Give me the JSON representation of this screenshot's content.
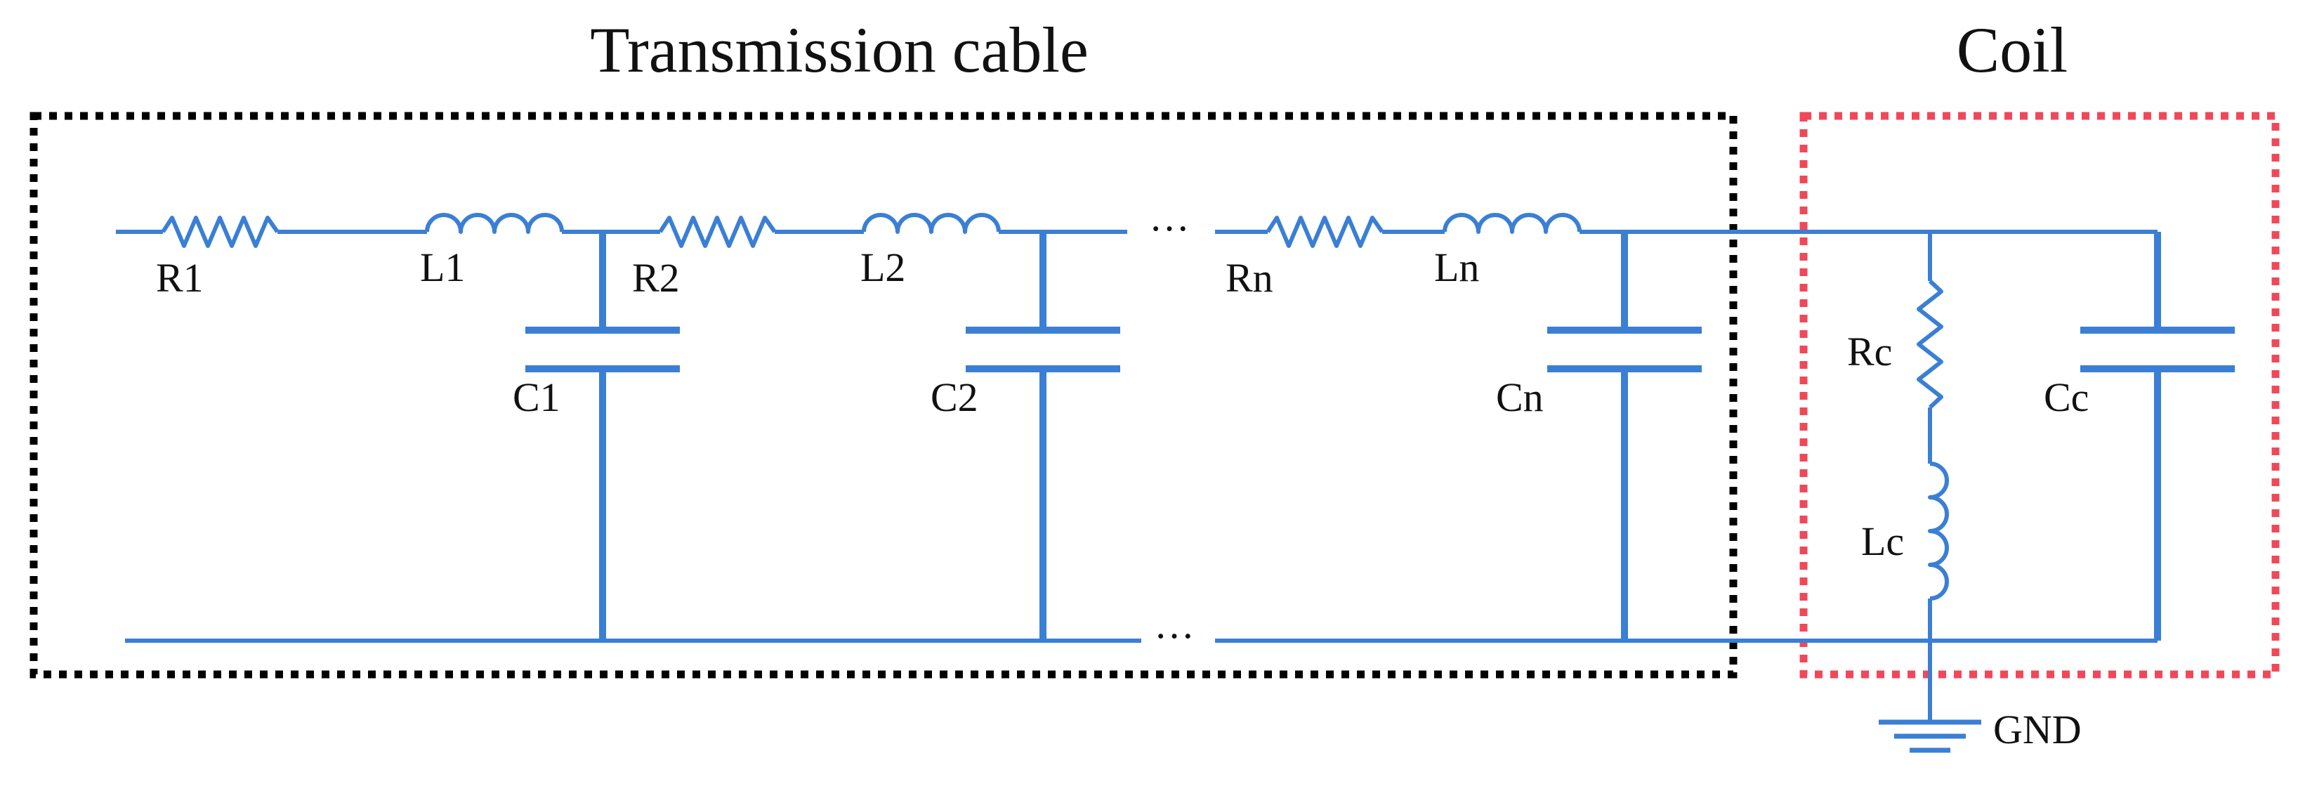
{
  "colors": {
    "wire": "#3a7fd5",
    "cable_box": "#000000",
    "coil_box": "#f0485a",
    "text": "#111111"
  },
  "sections": {
    "cable_title": "Transmission cable",
    "coil_title": "Coil"
  },
  "labels": {
    "R1": "R1",
    "L1": "L1",
    "R2": "R2",
    "L2": "L2",
    "Rn": "Rn",
    "Ln": "Ln",
    "C1": "C1",
    "C2": "C2",
    "Cn": "Cn",
    "Rc": "Rc",
    "Lc": "Lc",
    "Cc": "Cc",
    "GND": "GND"
  },
  "ellipsis": "···"
}
